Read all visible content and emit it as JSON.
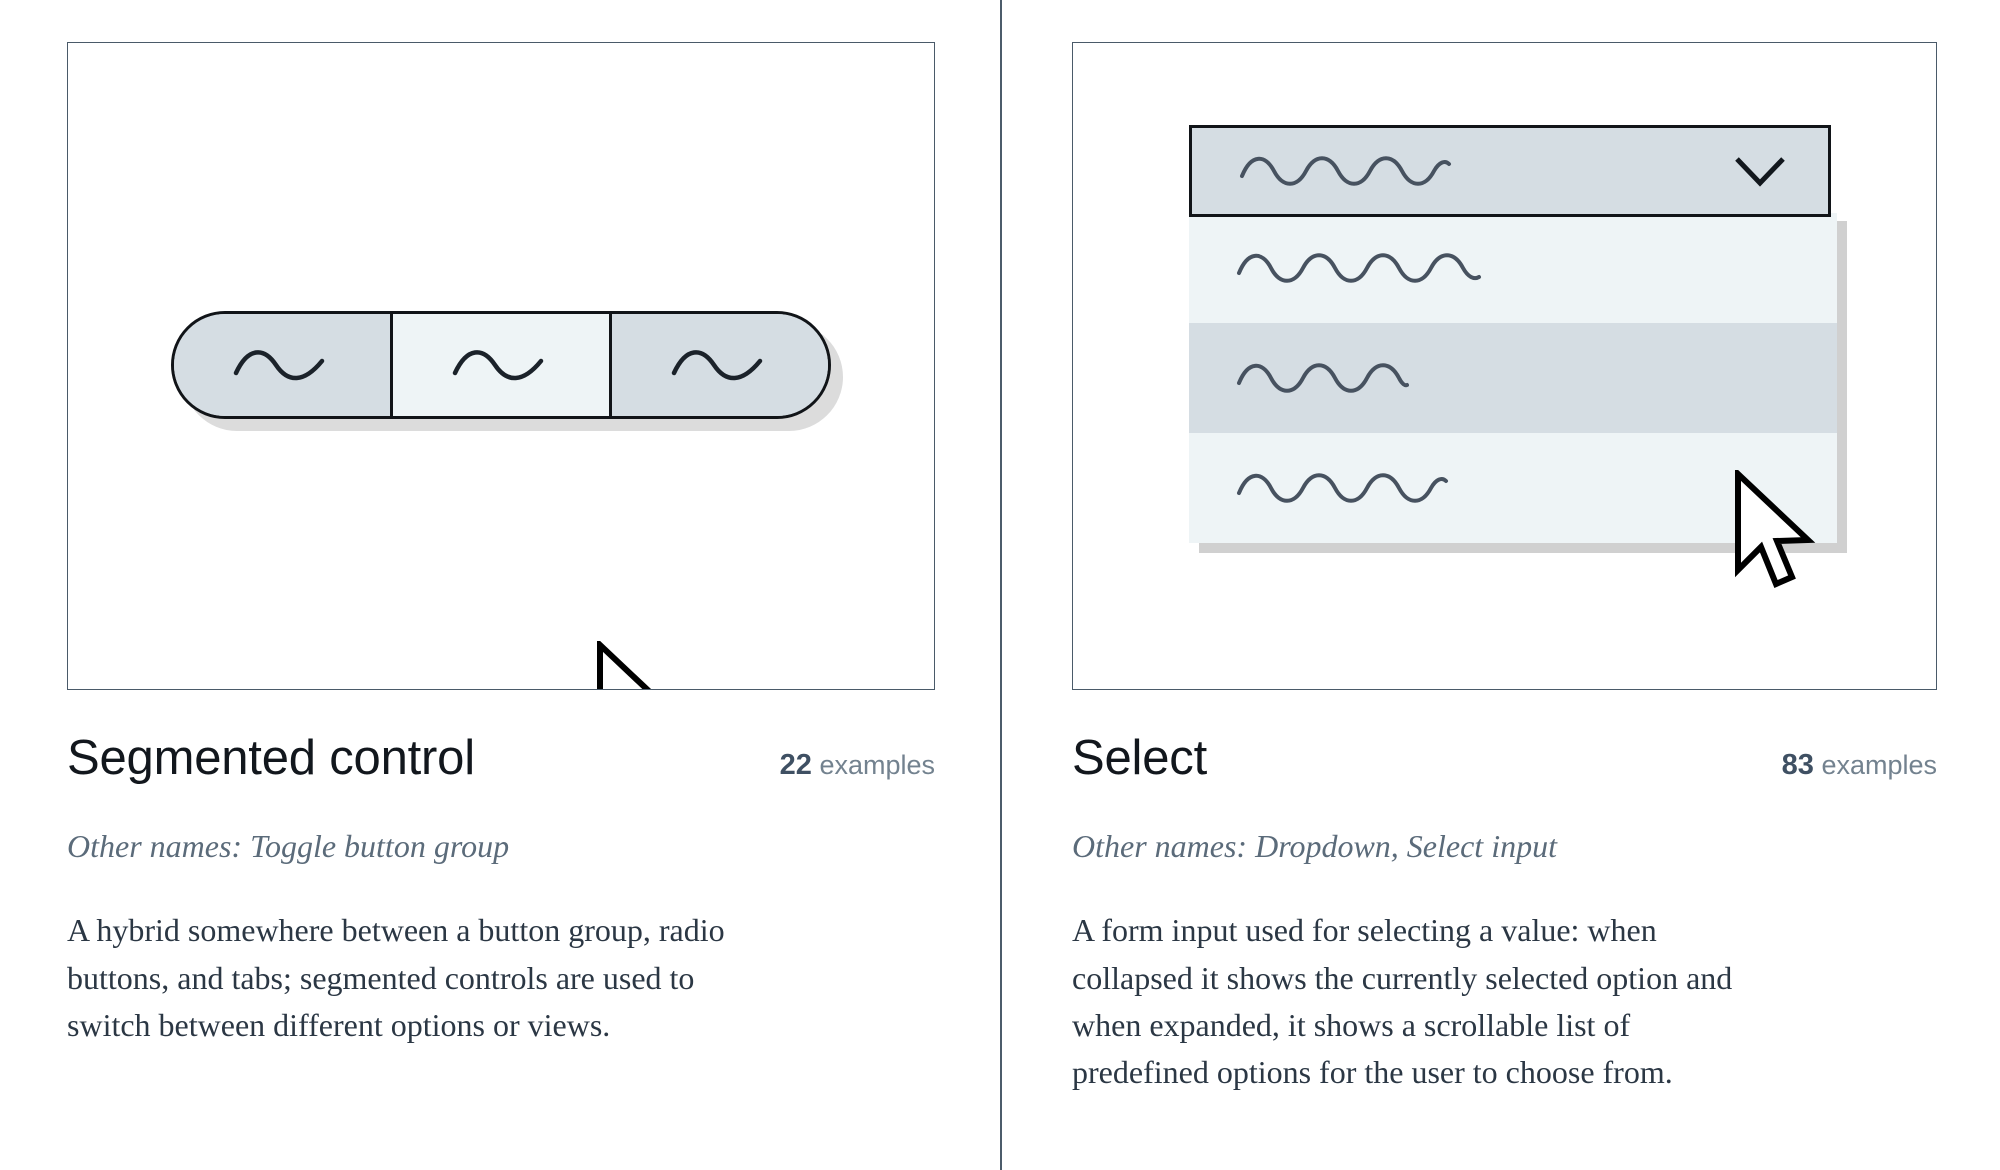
{
  "layout": {
    "columns": 2,
    "accent_border": "#4a5a69",
    "divider_color": "#4c5c6b"
  },
  "cards": [
    {
      "id": "segmented-control",
      "title": "Segmented control",
      "examples_count": "22",
      "examples_label": "examples",
      "other_names": "Other names: Toggle button group",
      "description": "A hybrid somewhere between a button group, radio buttons, and tabs; segmented controls are used to switch between different options or views.",
      "illustration": {
        "type": "segmented-control",
        "segments": [
          {
            "index": 0,
            "state": "inactive",
            "fill": "#d5dde3",
            "content": "squiggle"
          },
          {
            "index": 1,
            "state": "active",
            "fill": "#eef4f6",
            "content": "squiggle"
          },
          {
            "index": 2,
            "state": "inactive",
            "fill": "#d5dde3",
            "content": "squiggle"
          }
        ],
        "stroke": "#111418",
        "shadow": "#dcdcdc",
        "cursor": {
          "visible": true,
          "over_segment": 1
        }
      }
    },
    {
      "id": "select",
      "title": "Select",
      "examples_count": "83",
      "examples_label": "examples",
      "other_names": "Other names: Dropdown, Select input",
      "description": "A form input used for selecting a value: when collapsed it shows the currently selected option and when expanded, it shows a scrollable list of predefined options for the user to choose from.",
      "illustration": {
        "type": "select",
        "field": {
          "fill": "#d5dde3",
          "stroke": "#111418",
          "content": "squiggle",
          "icon": "chevron-down-icon"
        },
        "options": [
          {
            "index": 0,
            "state": "normal",
            "fill": "#eef4f6",
            "content": "squiggle"
          },
          {
            "index": 1,
            "state": "highlighted",
            "fill": "#d5dde3",
            "content": "squiggle"
          },
          {
            "index": 2,
            "state": "normal",
            "fill": "#eef4f6",
            "content": "squiggle"
          }
        ],
        "shadow": "#d0d0d0",
        "cursor": {
          "visible": true,
          "over_option": 1
        }
      }
    }
  ]
}
